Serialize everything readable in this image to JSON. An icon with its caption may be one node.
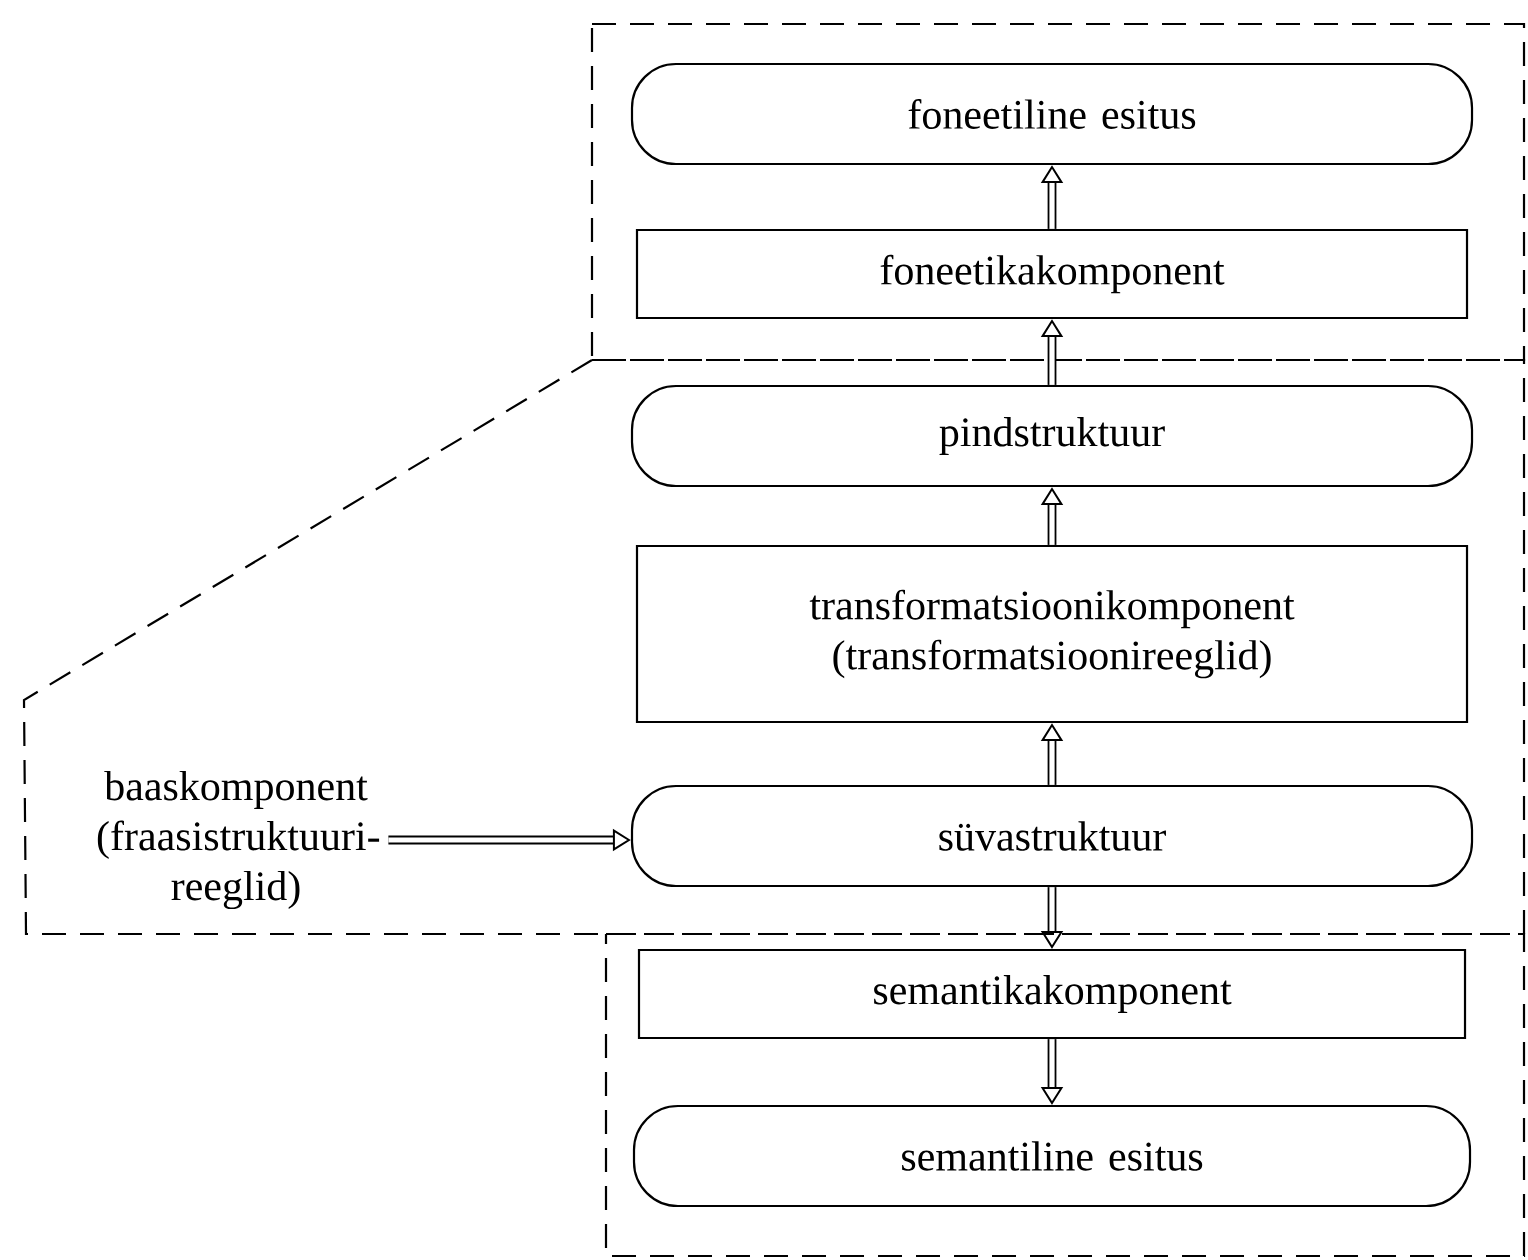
{
  "diagram": {
    "nodes": [
      {
        "text": [],
        "shape": "box"
      },
      {
        "text": [
          "foneetiline esitus"
        ],
        "in": 0
      },
      {
        "text": [
          "foneetikakomponent"
        ],
        "in": 0
      },
      {
        "text": [],
        "shape": "box"
      },
      {
        "text": [
          "pindstruktuur"
        ],
        "in": 3
      },
      {
        "text": [
          "transformatsioonikomponent (transformatsioonireeglid)"
        ],
        "in": 3
      },
      {
        "text": [
          "baaskomponent (fraasistruktuuri-reeglid)"
        ],
        "in": 3
      },
      {
        "text": [
          "süvastruktuur"
        ],
        "in": 3
      },
      {
        "text": [],
        "shape": "box"
      },
      {
        "text": [
          "semantikakomponent"
        ],
        "in": 8
      },
      {
        "text": [
          "semantiline esitus"
        ],
        "in": 8
      }
    ],
    "edges": [
      {
        "from": 2,
        "to": 1,
        "arrow": "to"
      },
      {
        "from": 4,
        "to": 2,
        "arrow": "to"
      },
      {
        "from": 5,
        "to": 4,
        "arrow": "to"
      },
      {
        "from": 7,
        "to": 5,
        "arrow": "to"
      },
      {
        "from": 6,
        "to": 7,
        "arrow": "to"
      },
      {
        "from": 7,
        "to": 9,
        "arrow": "to"
      },
      {
        "from": 9,
        "to": 10,
        "arrow": "to"
      }
    ]
  }
}
